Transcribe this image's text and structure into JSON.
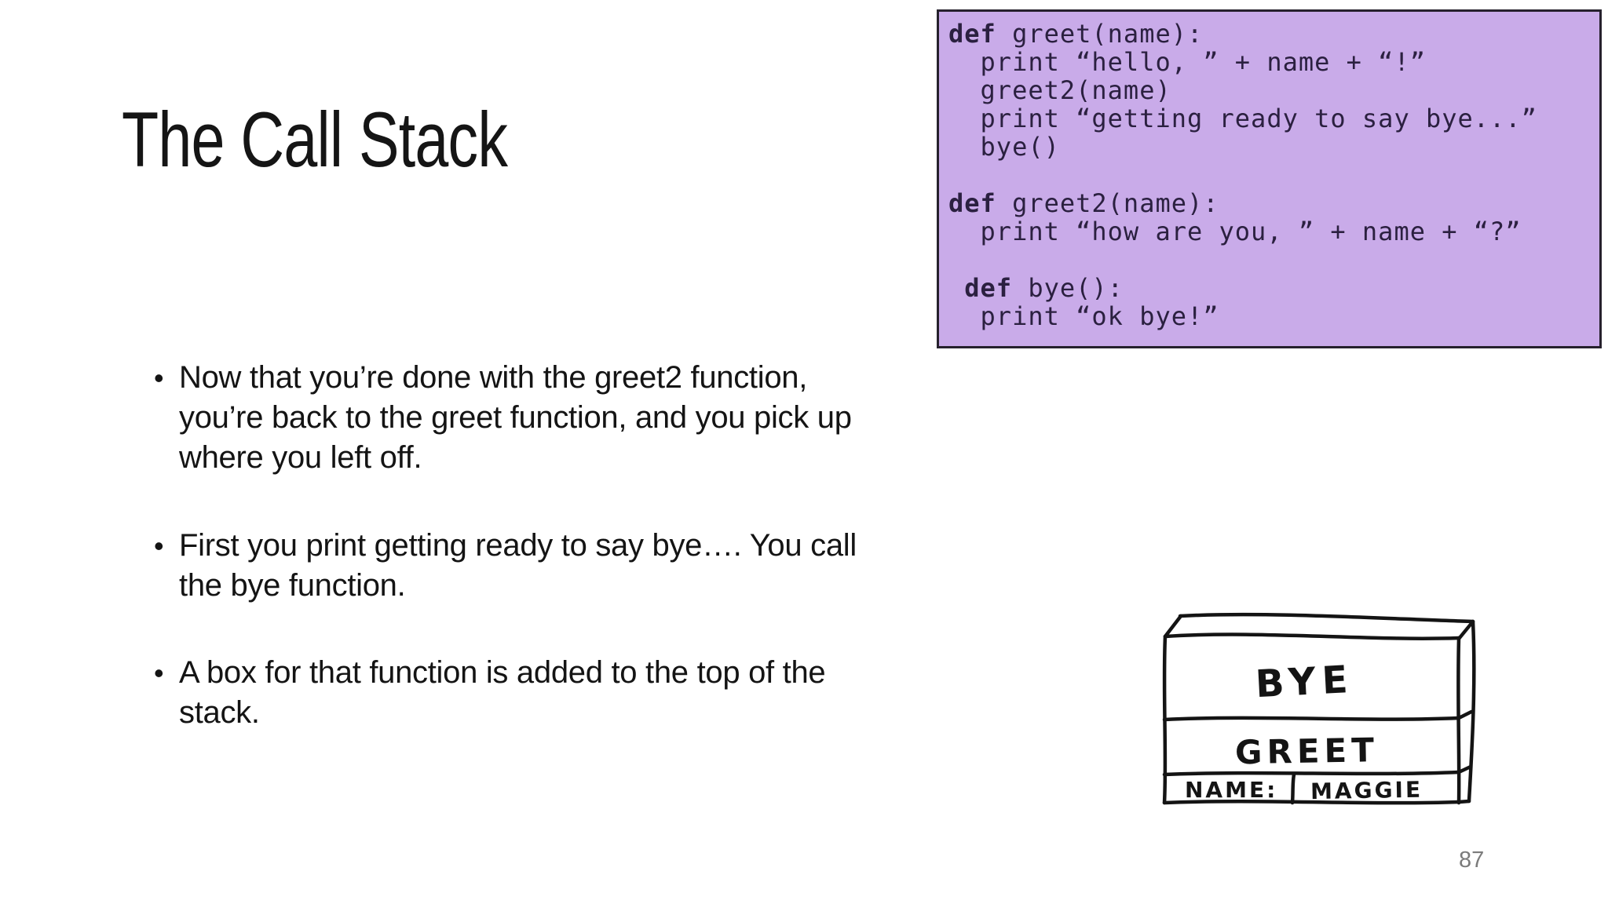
{
  "slide": {
    "title": "The Call Stack",
    "page_number": "87",
    "bullet_char": "•"
  },
  "code_panel": {
    "bg_color": "#c9abe9",
    "border_color": "#26212d",
    "lines": [
      {
        "kw": "def",
        "rest": " greet(name):"
      },
      {
        "kw": "",
        "rest": "  print “hello, ” + name + “!”"
      },
      {
        "kw": "",
        "rest": "  greet2(name)"
      },
      {
        "kw": "",
        "rest": "  print “getting ready to say bye...”"
      },
      {
        "kw": "",
        "rest": "  bye()"
      },
      {
        "kw": "",
        "rest": ""
      },
      {
        "kw": "def",
        "rest": " greet2(name):"
      },
      {
        "kw": "",
        "rest": "  print “how are you, ” + name + “?”"
      },
      {
        "kw": "",
        "rest": ""
      },
      {
        "kw": " def",
        "rest": " bye():"
      },
      {
        "kw": "",
        "rest": "  print “ok bye!”"
      }
    ]
  },
  "bullets": [
    {
      "lines": [
        "Now that you’re done with the greet2 function,",
        "you’re back to the greet function, and you pick up",
        "where you left off."
      ]
    },
    {
      "lines": [
        "First you print getting ready to say bye…. You call",
        "the bye function."
      ]
    },
    {
      "lines": [
        "A box for that function is added to the top of the",
        "stack."
      ]
    }
  ],
  "diagram": {
    "labels": {
      "top_frame": "BYE",
      "middle_frame": "GREET",
      "name_label": "NAME:",
      "name_value": "MAGGIE"
    }
  }
}
